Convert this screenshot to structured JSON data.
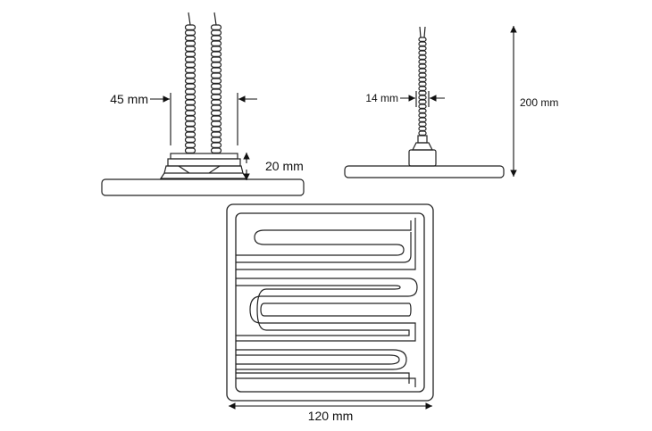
{
  "diagram": {
    "labels": {
      "width_front": "45 mm",
      "height_base": "20 mm",
      "width_side": "14 mm",
      "height_total": "200 mm",
      "width_plate": "120 mm"
    }
  }
}
